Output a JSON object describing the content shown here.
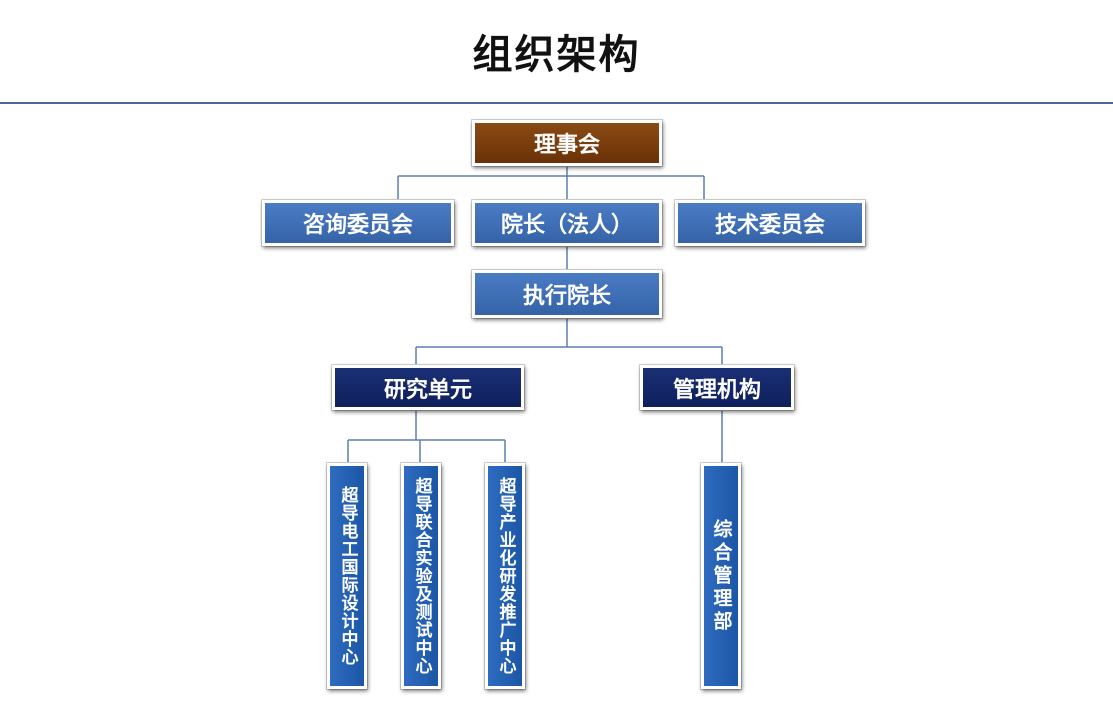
{
  "title": "组织架构",
  "nodes": {
    "board": "理事会",
    "advisory": "咨询委员会",
    "president": "院长（法人）",
    "technical": "技术委员会",
    "executive": "执行院长",
    "research": "研究单元",
    "management": "管理机构",
    "center1": "超导电工国际设计中心",
    "center2": "超导联合实验及测试中心",
    "center3": "超导产业化研发推广中心",
    "general_dept": "综合管理部"
  },
  "colors": {
    "board": "#7a3d0e",
    "level2": "#3d6fb8",
    "level3": "#13236a",
    "leaf": "#2662b3",
    "connector": "#5b7fb0",
    "rule": "#4a6a95"
  }
}
